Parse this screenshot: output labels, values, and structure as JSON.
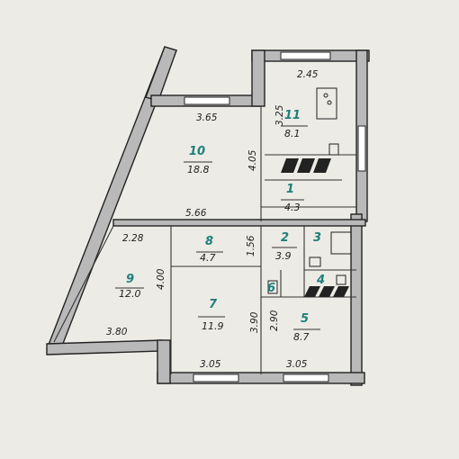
{
  "rooms": [
    {
      "number": "1",
      "area": "4.3"
    },
    {
      "number": "2",
      "area": "3.9"
    },
    {
      "number": "3",
      "area": ""
    },
    {
      "number": "4",
      "area": ""
    },
    {
      "number": "5",
      "area": "8.7"
    },
    {
      "number": "6",
      "area": ""
    },
    {
      "number": "7",
      "area": "11.9"
    },
    {
      "number": "8",
      "area": "4.7"
    },
    {
      "number": "9",
      "area": "12.0"
    },
    {
      "number": "10",
      "area": "18.8"
    },
    {
      "number": "11",
      "area": "8.1"
    }
  ],
  "dimensions": [
    "2.45",
    "3.25",
    "3.65",
    "4.05",
    "5.66",
    "2.28",
    "1.56",
    "4.00",
    "3.90",
    "2.90",
    "3.80",
    "3.05",
    "3.05"
  ]
}
